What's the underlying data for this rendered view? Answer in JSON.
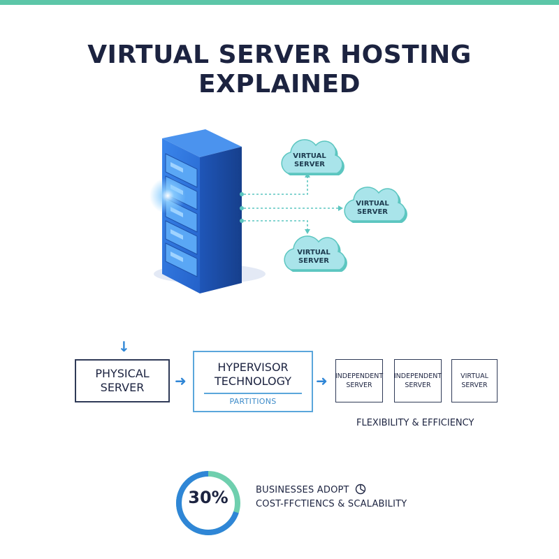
{
  "title": {
    "line1": "VIRTUAL SERVER HOSTING",
    "line2": "EXPLAINED"
  },
  "colors": {
    "accent_bar": "#5cc6a8",
    "server_blue": "#2c6fd8",
    "cloud_fill": "#a9e4ea",
    "cloud_shadow": "#5cc6c0",
    "arrow_blue": "#2f86d6",
    "box_border": "#2f3a57",
    "hypervisor_border": "#5aa6db"
  },
  "illustration": {
    "server_icon": "server-rack-icon",
    "clouds": [
      {
        "label_line1": "VIRTUAL",
        "label_line2": "SERVER"
      },
      {
        "label_line1": "VIRTUAL",
        "label_line2": "SERVER"
      },
      {
        "label_line1": "VIRTUAL",
        "label_line2": "SERVER"
      }
    ]
  },
  "flow": {
    "physical": {
      "line1": "PHYSICAL",
      "line2": "SERVER"
    },
    "hypervisor": {
      "line1": "HYPERVISOR",
      "line2": "TECHNOLOGY",
      "sub": "PARTITIONS"
    },
    "outputs": [
      {
        "line1": "INDEPENDENT",
        "line2": "SERVER"
      },
      {
        "line1": "INDEPENDENT",
        "line2": "SERVER"
      },
      {
        "line1": "VIRTUAL",
        "line2": "SERVER"
      }
    ],
    "caption": "FLEXIBILITY & EFFICIENCY"
  },
  "stat": {
    "percent_text": "30%",
    "percent_value": 30,
    "line1": "BUSINESSES ADOPT",
    "line2": "COST-FFCTIENCS & SCALABILITY",
    "icon": "pie-chart-icon"
  }
}
